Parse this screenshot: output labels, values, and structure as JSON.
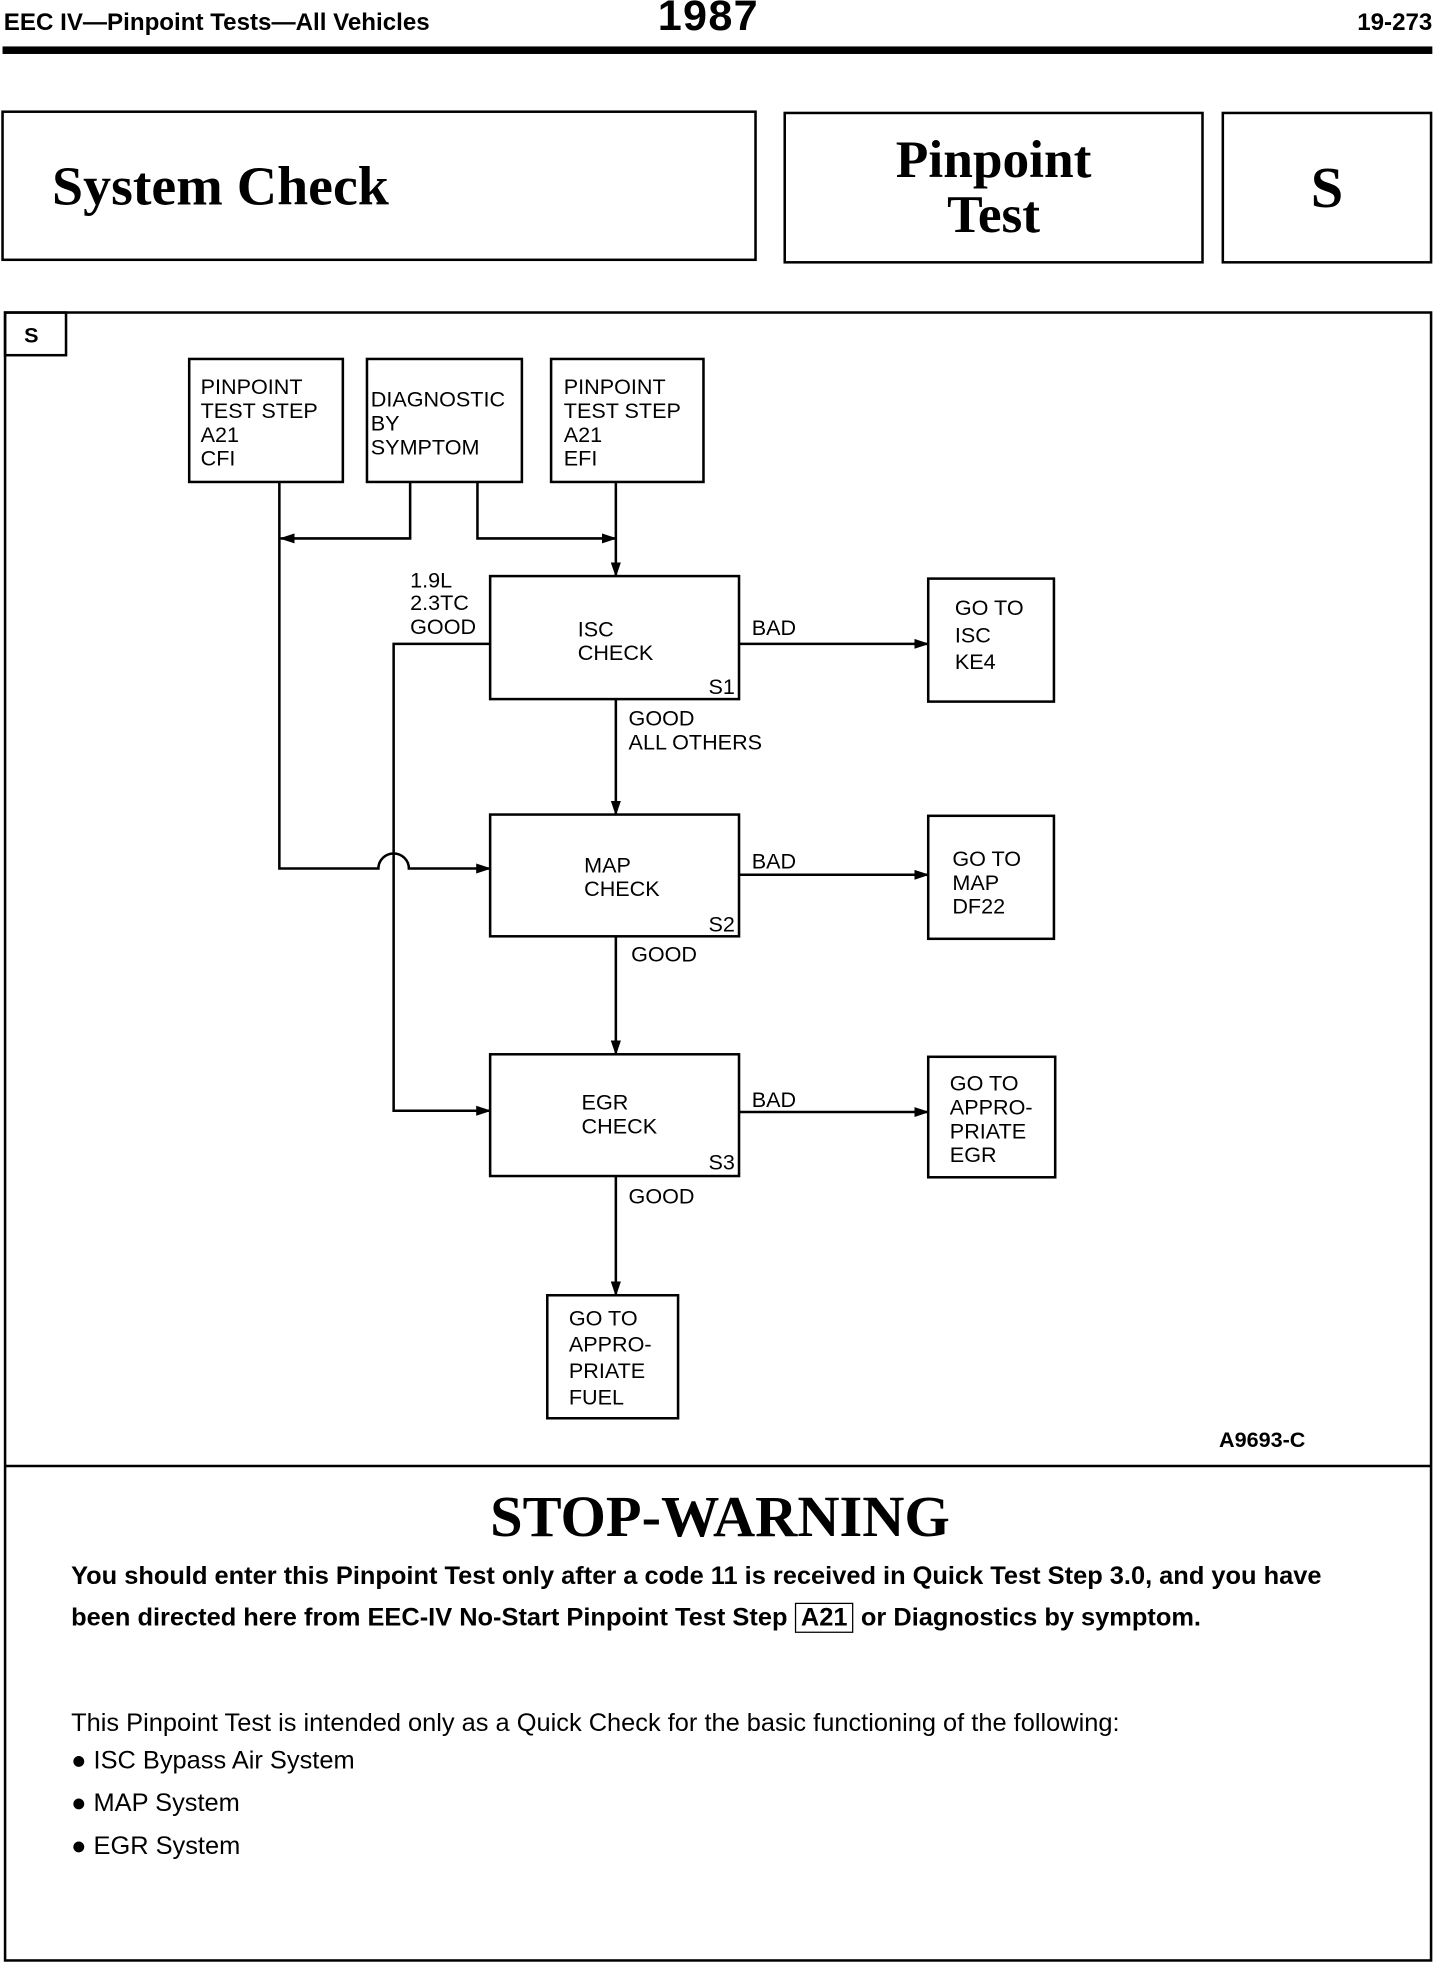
{
  "header": {
    "left": "EEC IV—Pinpoint Tests—All Vehicles",
    "year": "1987",
    "page": "19-273"
  },
  "title": {
    "main": "System Check",
    "type_line1": "Pinpoint",
    "type_line2": "Test",
    "code": "S"
  },
  "diagram": {
    "tab": "S",
    "boxes": {
      "cfi": [
        "PINPOINT",
        "TEST STEP",
        "A21",
        "CFI"
      ],
      "dbs": [
        "DIAGNOSTIC",
        "BY",
        "SYMPTOM"
      ],
      "efi": [
        "PINPOINT",
        "TEST STEP",
        "A21",
        "EFI"
      ],
      "isc": {
        "lines": [
          "ISC",
          "CHECK"
        ],
        "step": "S1"
      },
      "map": {
        "lines": [
          "MAP",
          "CHECK"
        ],
        "step": "S2"
      },
      "egr": {
        "lines": [
          "EGR",
          "CHECK"
        ],
        "step": "S3"
      },
      "goto_isc": [
        "GO TO",
        "ISC",
        "KE4"
      ],
      "goto_map": [
        "GO TO",
        "MAP",
        "DF22"
      ],
      "goto_egr": [
        "GO TO",
        "APPRO-",
        "PRIATE",
        "EGR"
      ],
      "goto_fuel": [
        "GO TO",
        "APPRO-",
        "PRIATE",
        "FUEL"
      ]
    },
    "labels": {
      "side": [
        "1.9L",
        "2.3TC",
        "GOOD"
      ],
      "bad": "BAD",
      "good_all": [
        "GOOD",
        "ALL OTHERS"
      ],
      "good": "GOOD",
      "figure_id": "A9693-C"
    }
  },
  "warning": {
    "title": "STOP-WARNING",
    "p1_a": "You should enter this Pinpoint Test only after a code 11 is received in Quick Test Step 3.0, and you have been directed here from EEC-IV No-Start Pinpoint Test Step ",
    "p1_step": "A21",
    "p1_b": " or Diagnostics by symptom.",
    "p2": "This Pinpoint Test is intended only as a Quick Check for the basic functioning of the following:",
    "bullets": [
      "ISC Bypass Air System",
      "MAP System",
      "EGR System"
    ]
  }
}
